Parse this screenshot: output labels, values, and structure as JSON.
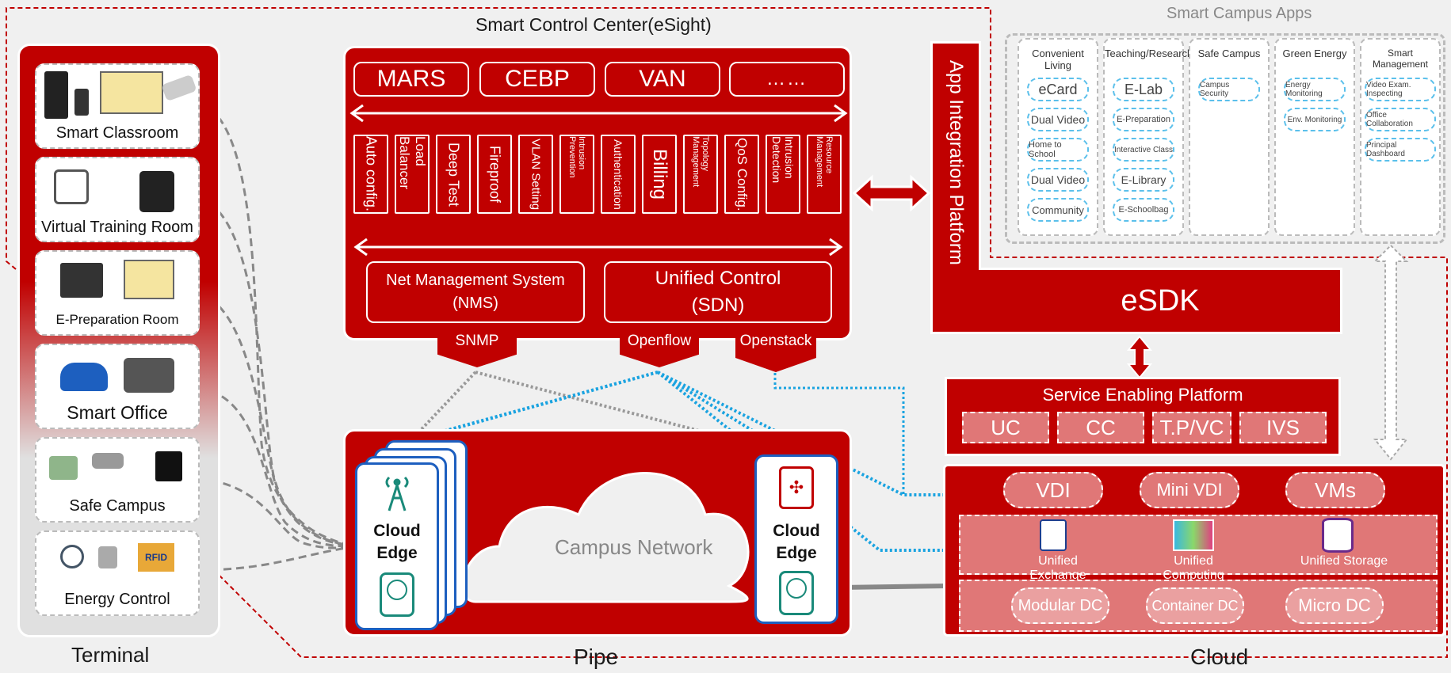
{
  "smart_control_center": {
    "title": "Smart Control Center(eSight)",
    "top_buttons": [
      "MARS",
      "CEBP",
      "VAN",
      "……"
    ],
    "modules": [
      "Auto config.",
      "Load Balancer",
      "Deep Test",
      "Fireproof",
      "VLAN Setting",
      "Intrusion Prevention",
      "Authentication",
      "Billing",
      "Topology Management",
      "QoS Config.",
      "Intrusion Detection",
      "Resource Management"
    ],
    "nms": {
      "line1": "Net Management System",
      "line2": "(NMS)"
    },
    "sdn": {
      "line1": "Unified Control",
      "line2": "(SDN)"
    },
    "protocols": [
      "SNMP",
      "Openflow",
      "Openstack"
    ]
  },
  "terminal": {
    "section_label": "Terminal",
    "cards": [
      "Smart Classroom",
      "Virtual Training Room",
      "E-Preparation Room",
      "Smart Office",
      "Safe Campus",
      "Energy Control"
    ],
    "rfid_text": "RFID"
  },
  "pipe": {
    "section_label": "Pipe",
    "network_label": "Campus Network",
    "edge_left": {
      "line1": "Cloud",
      "line2": "Edge"
    },
    "edge_right": {
      "line1": "Cloud",
      "line2": "Edge"
    }
  },
  "app_integration": {
    "label": "App Integration Platform",
    "esdk": "eSDK"
  },
  "smart_campus_apps": {
    "title": "Smart Campus Apps",
    "columns": [
      {
        "header": "Convenient Living",
        "items": [
          "eCard",
          "Dual Video",
          "Home to School",
          "Dual Video",
          "Community"
        ]
      },
      {
        "header": "Teaching/Research",
        "items": [
          "E-Lab",
          "E-Preparation",
          "Interactive Class",
          "E-Library",
          "E-Schoolbag"
        ]
      },
      {
        "header": "Safe Campus",
        "items": [
          "Campus Security"
        ]
      },
      {
        "header": "Green Energy",
        "items": [
          "Energy Monitoring",
          "Env. Monitoring"
        ]
      },
      {
        "header": "Smart Management",
        "items": [
          "Video Exam. Inspecting",
          "Office Collaboration",
          "Principal Dashboard"
        ]
      }
    ]
  },
  "service_enabling_platform": {
    "title": "Service Enabling Platform",
    "items": [
      "UC",
      "CC",
      "T.P/VC",
      "IVS"
    ]
  },
  "cloud": {
    "section_label": "Cloud",
    "vms": [
      "VDI",
      "Mini VDI",
      "VMs"
    ],
    "unified": [
      "Unified Exchange",
      "Unified Computing",
      "Unified Storage"
    ],
    "dc": [
      "Modular DC",
      "Container DC",
      "Micro DC"
    ]
  },
  "colors": {
    "primary_red": "#c00000",
    "light_red": "#e07777",
    "link_blue": "#1aa3e0",
    "link_gray": "#888888"
  }
}
